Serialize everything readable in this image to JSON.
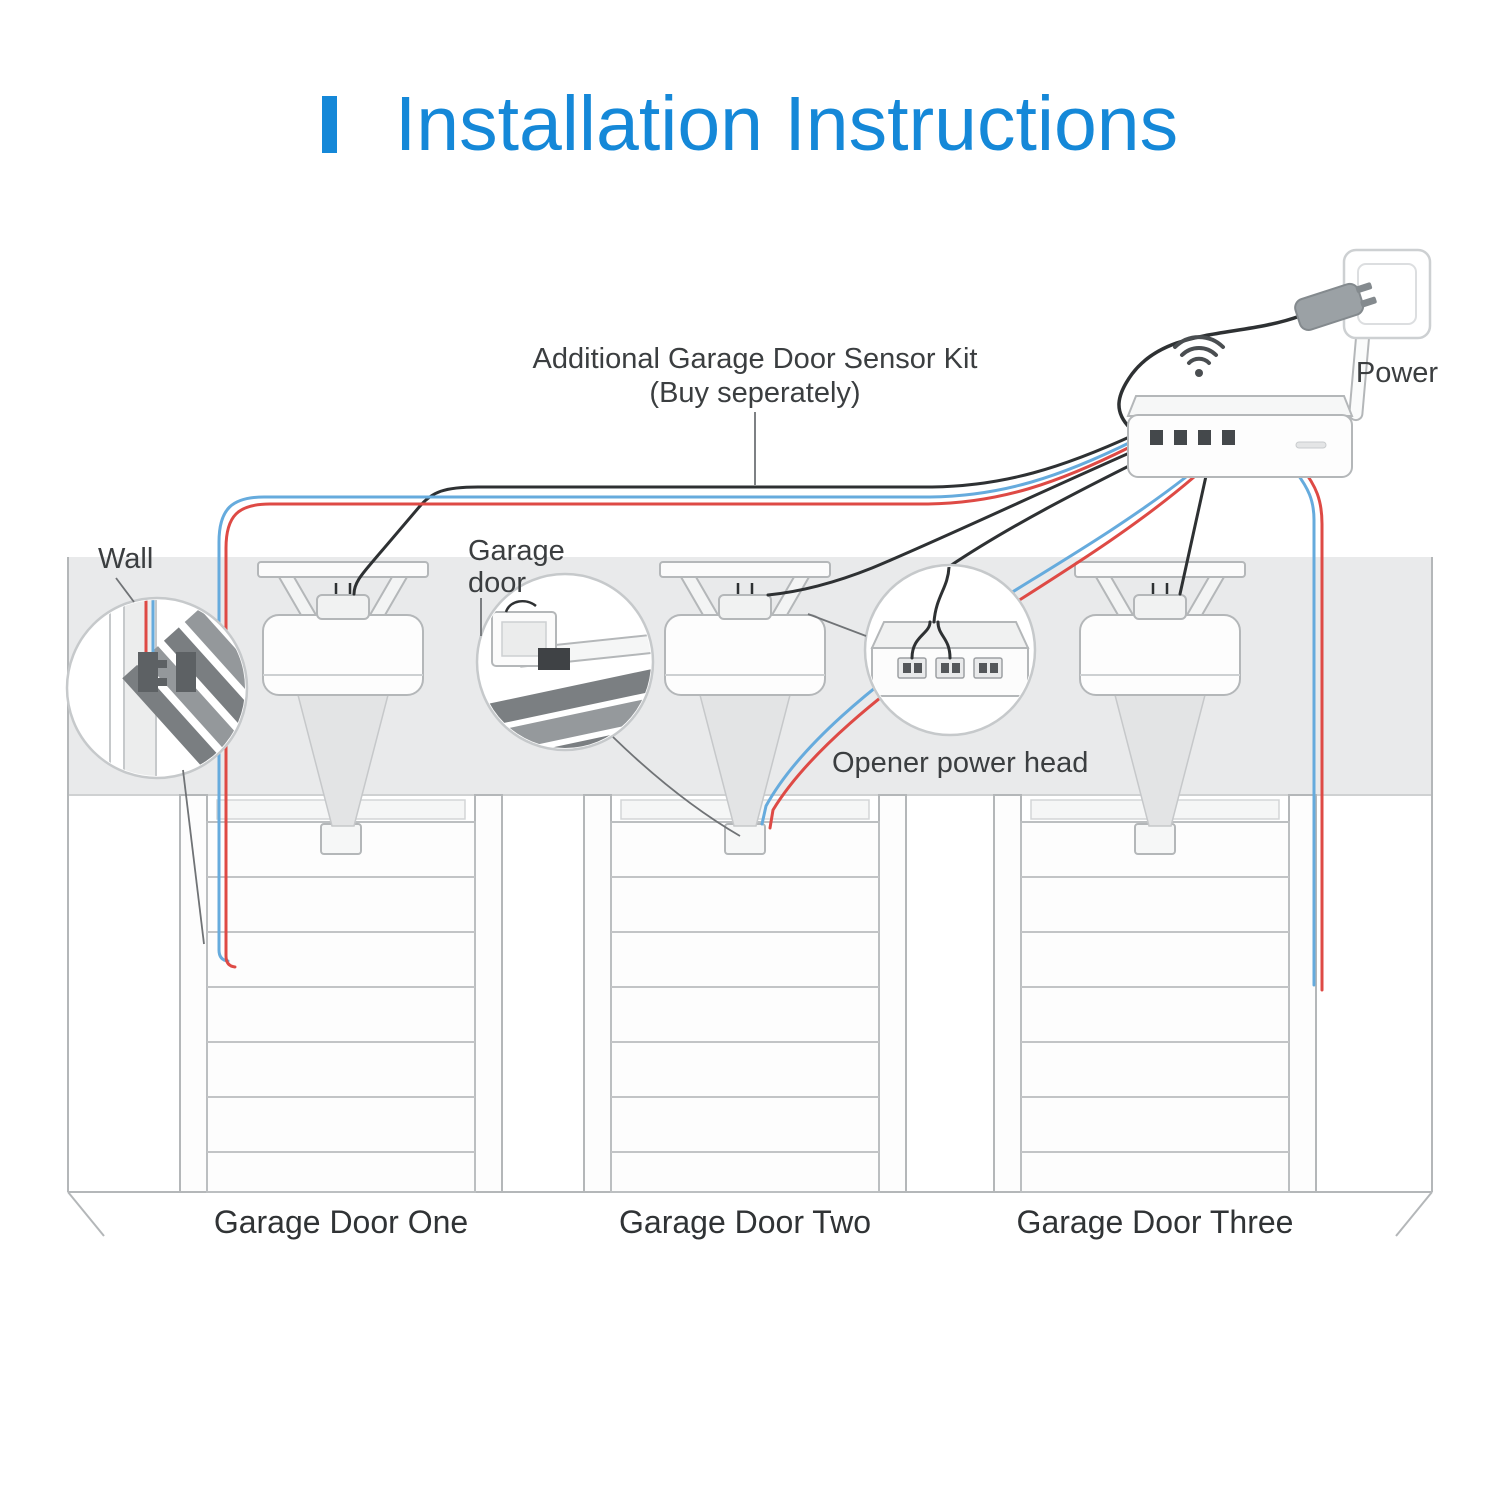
{
  "title": {
    "text": "Installation Instructions"
  },
  "annotations": {
    "sensor_kit": {
      "line1": "Additional Garage Door Sensor Kit",
      "line2": "(Buy seperately)"
    },
    "power": "Power",
    "wall": "Wall",
    "garage_door": {
      "line1": "Garage",
      "line2": "door"
    },
    "opener_power_head": "Opener power head"
  },
  "door_labels": {
    "one": "Garage Door One",
    "two": "Garage Door Two",
    "three": "Garage Door Three"
  },
  "colors": {
    "accent_blue": "#1588d8",
    "wire_black": "#2e3133",
    "wire_red": "#de4a45",
    "wire_blue": "#66abdd",
    "panel_gray": "#e9eaeb",
    "outline_gray": "#b4b7b9",
    "text_dark": "#3b3e40"
  },
  "icons": {
    "wifi": "wifi-icon",
    "antenna": "antenna-icon",
    "power_plug": "power-plug-icon",
    "power_outlet": "power-outlet-icon"
  }
}
